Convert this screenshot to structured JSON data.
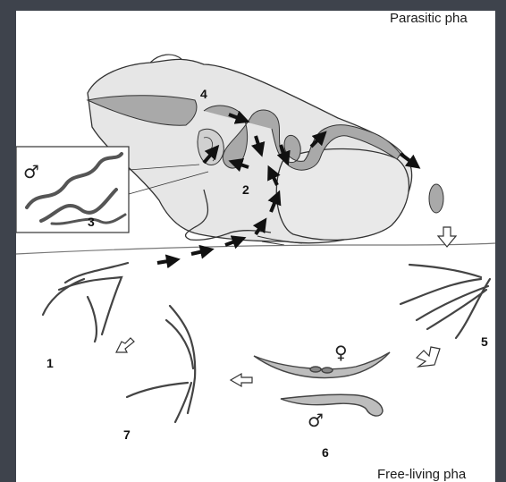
{
  "phases": {
    "parasitic": "Parasitic pha",
    "free_living": "Free-living pha"
  },
  "stages": {
    "s1": "1",
    "s2": "2",
    "s3": "3",
    "s4": "4",
    "s5": "5",
    "s6": "6",
    "s7": "7"
  },
  "symbols": {
    "male": "♂",
    "female": "♀"
  },
  "colors": {
    "background": "#3e434c",
    "panel": "#ffffff",
    "frog_fill": "#e6e6e6",
    "organ_fill": "#a9a9a9",
    "line": "#333333",
    "arrow": "#111111"
  }
}
